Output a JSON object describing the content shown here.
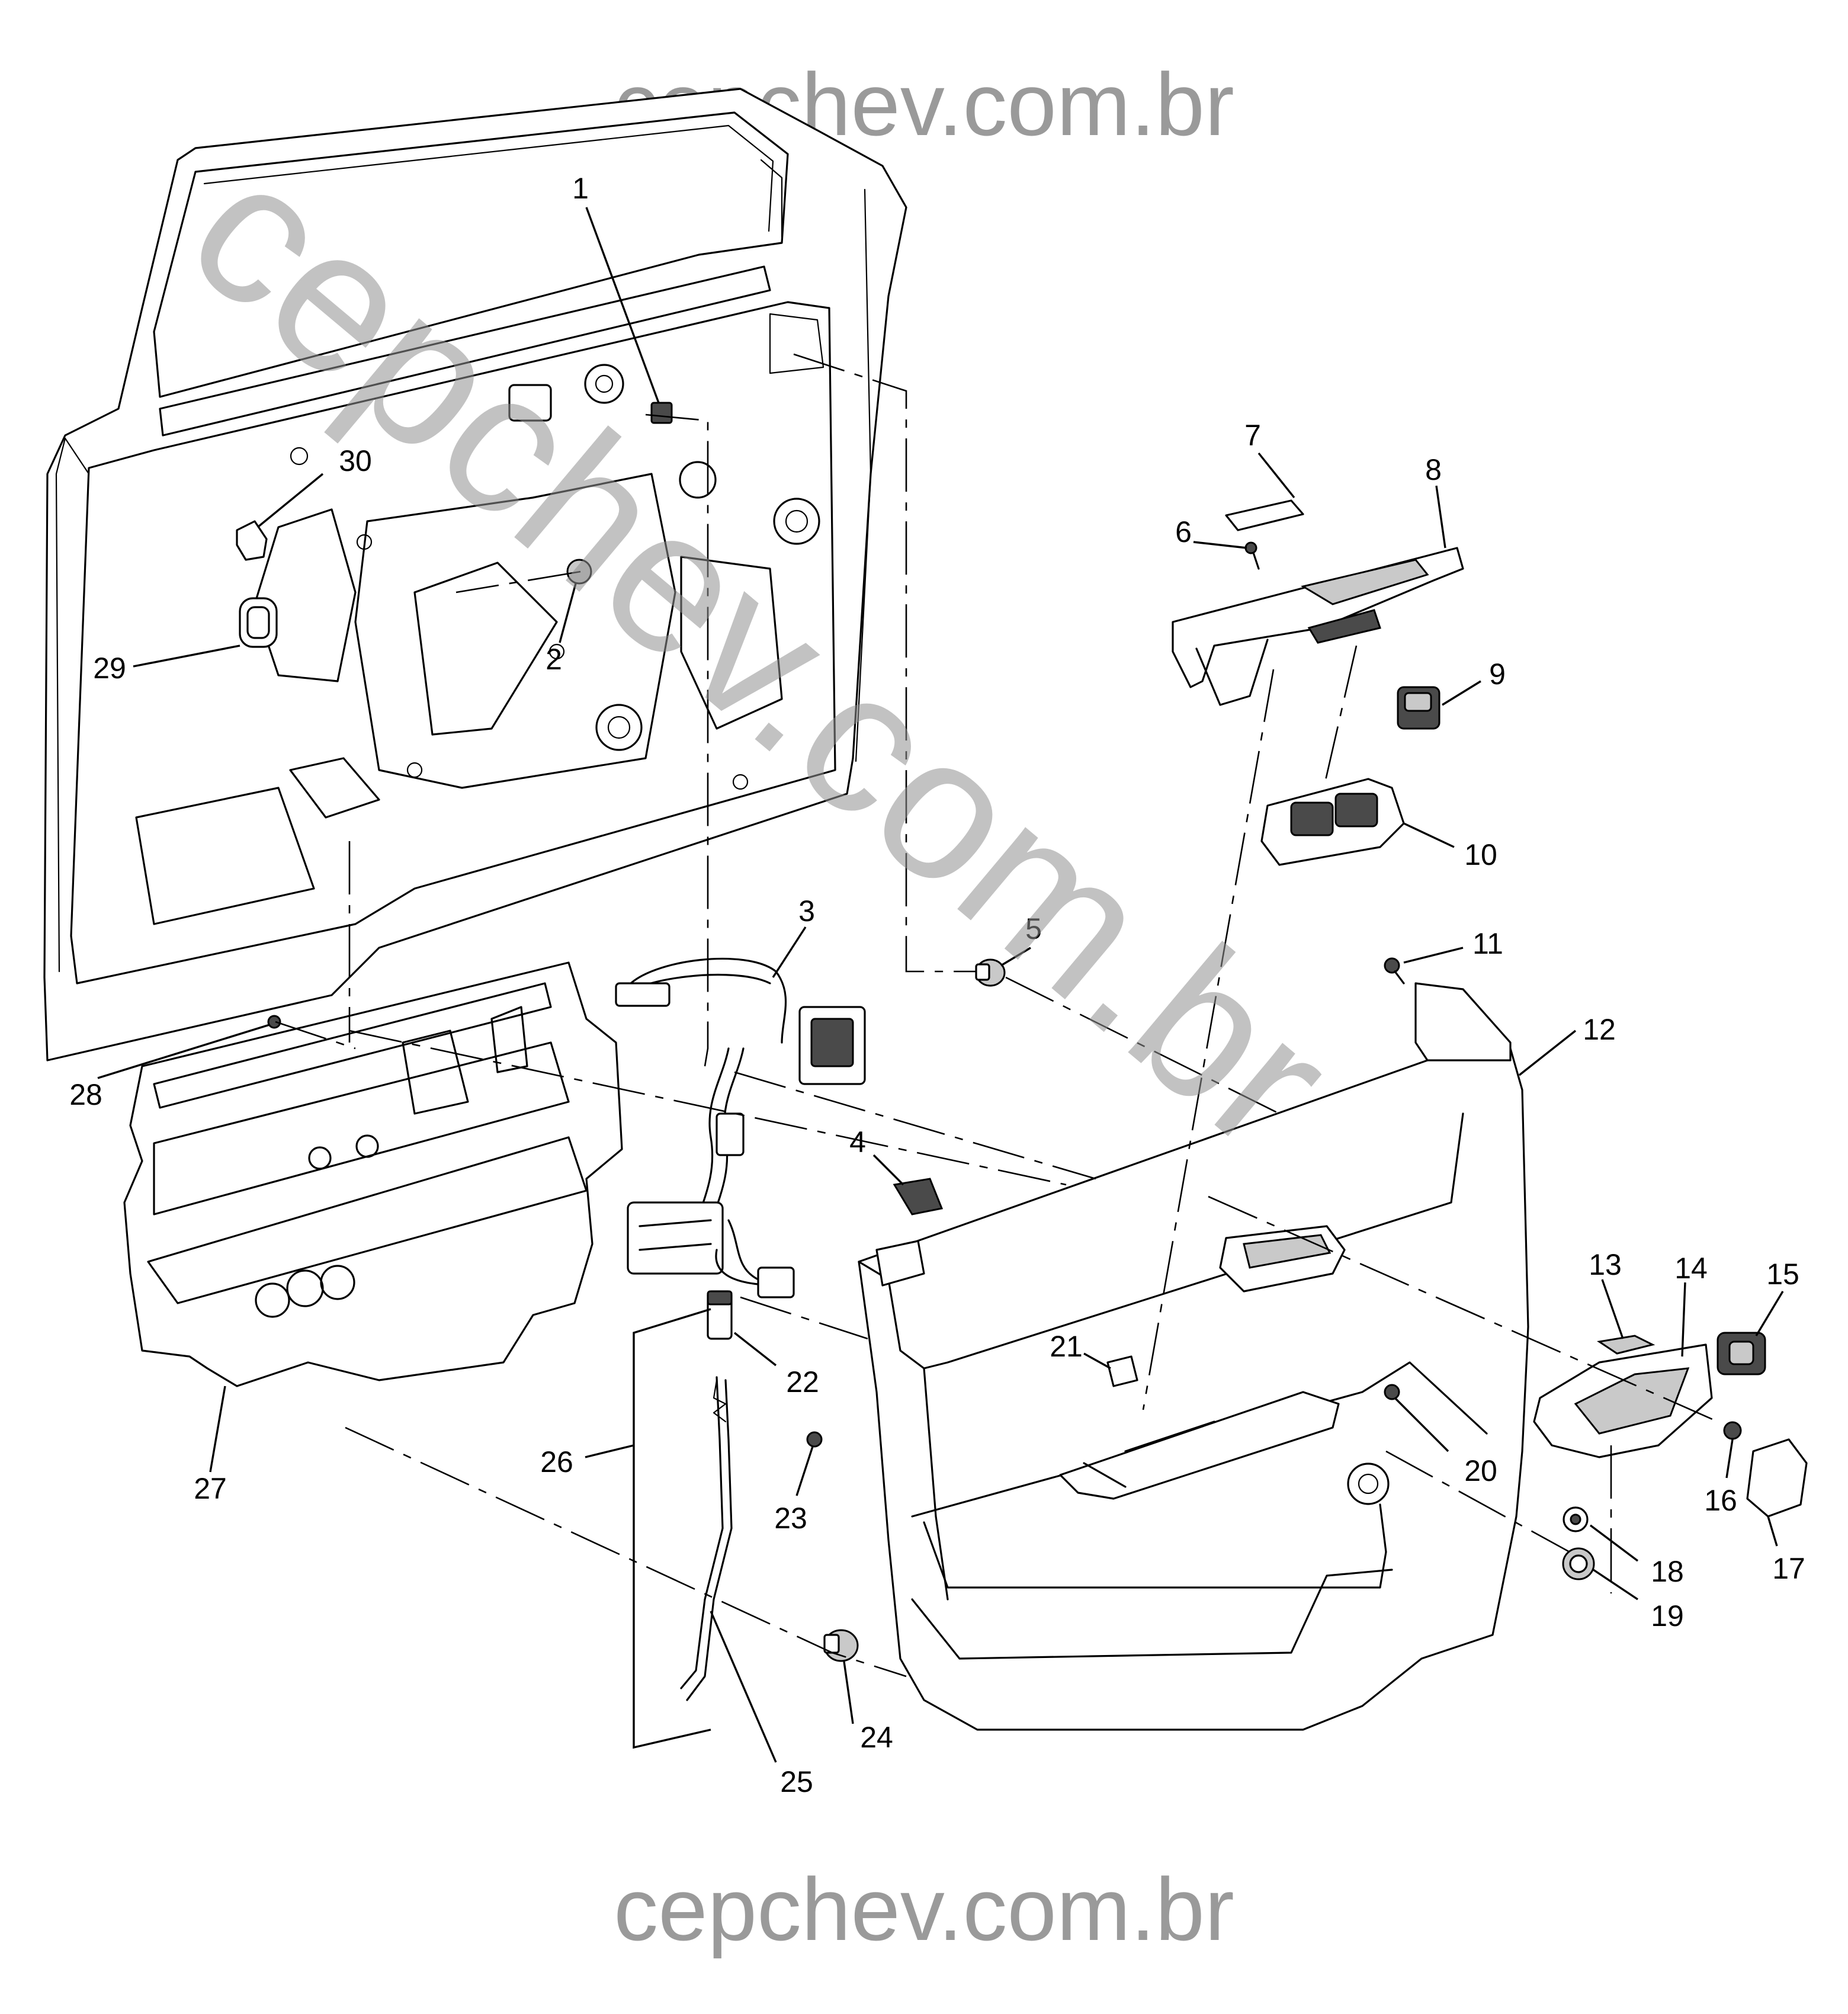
{
  "watermark": {
    "top": "cepchev.com.br",
    "bottom": "cepchev.com.br",
    "diagonal": "cepchev.com.br"
  },
  "callouts": {
    "c1": "1",
    "c2": "2",
    "c3": "3",
    "c4": "4",
    "c5": "5",
    "c6": "6",
    "c7": "7",
    "c8": "8",
    "c9": "9",
    "c10": "10",
    "c11": "11",
    "c12": "12",
    "c13": "13",
    "c14": "14",
    "c15": "15",
    "c16": "16",
    "c17": "17",
    "c18": "18",
    "c19": "19",
    "c20": "20",
    "c21": "21",
    "c22": "22",
    "c23": "23",
    "c24": "24",
    "c25": "25",
    "c26": "26",
    "c27": "27",
    "c28": "28",
    "c29": "29",
    "c30": "30"
  }
}
